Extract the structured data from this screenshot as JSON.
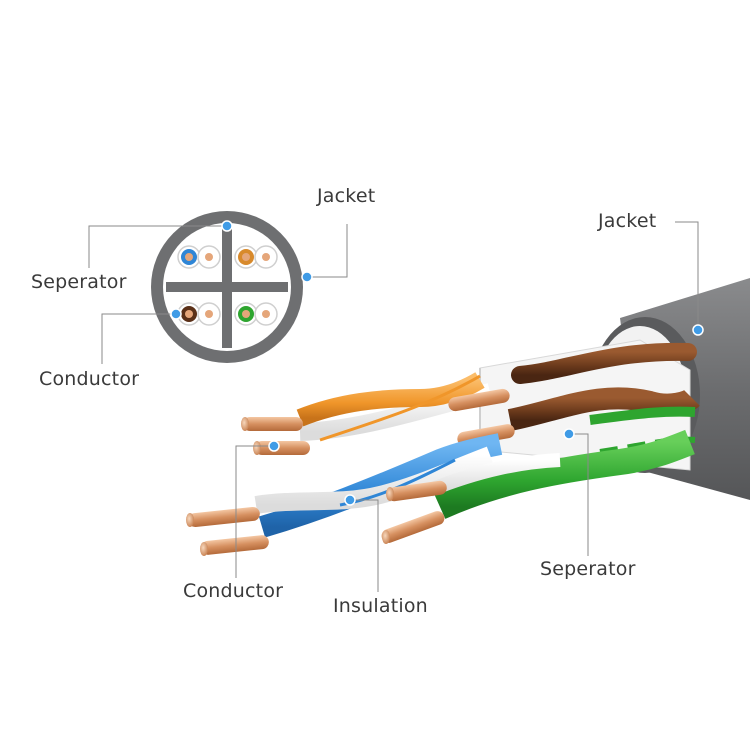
{
  "labels": {
    "jacket_section": "Jacket",
    "seperator_section": "Seperator",
    "conductor_section": "Conductor",
    "jacket_cable": "Jacket",
    "conductor_cable": "Conductor",
    "insulation_cable": "Insulation",
    "seperator_cable": "Seperator"
  },
  "colors": {
    "jacket": "#6e6f71",
    "copper": "#d99a6c",
    "orange": "#f0962a",
    "brown": "#6b3a1c",
    "blue": "#2f86d6",
    "green": "#2ea52f",
    "marker": "#3f9be6",
    "leader": "#8a8a8a",
    "text": "#3a3a3a"
  }
}
